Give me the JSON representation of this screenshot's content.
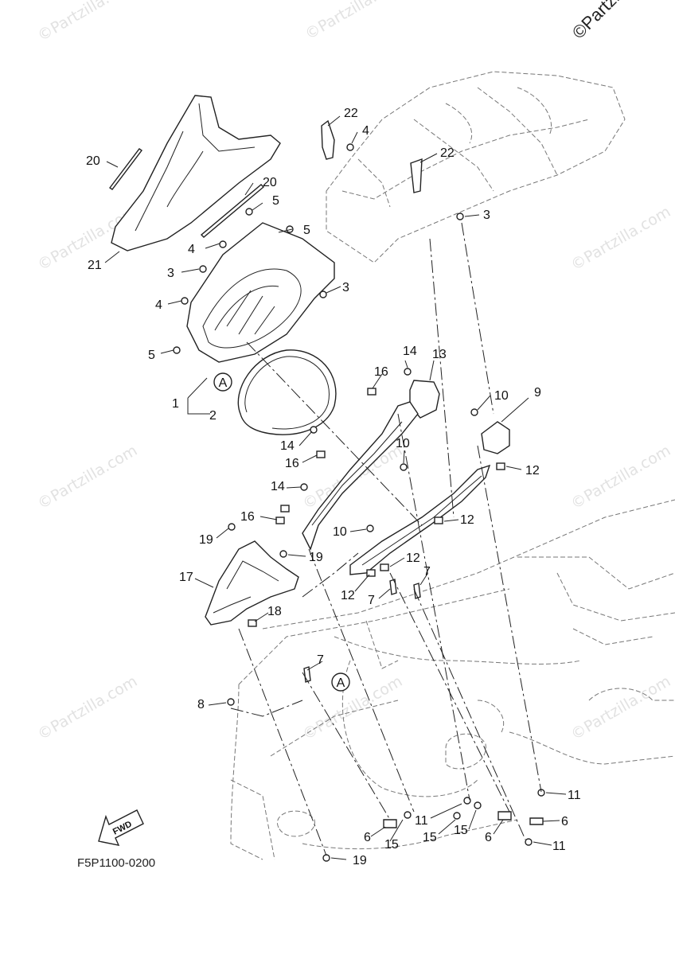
{
  "copyright": "©Partzilla",
  "watermark_text": "©Partzilla.com",
  "diagram_code": "F5P1100-0200",
  "fwd_label": "FWD",
  "ref_marker": "A",
  "callouts": {
    "c1": "1",
    "c2": "2",
    "c3a": "3",
    "c3b": "3",
    "c3c": "3",
    "c4a": "4",
    "c4b": "4",
    "c4c": "4",
    "c5a": "5",
    "c5b": "5",
    "c5c": "5",
    "c6a": "6",
    "c6b": "6",
    "c6c": "6",
    "c7a": "7",
    "c7b": "7",
    "c7c": "7",
    "c8": "8",
    "c9": "9",
    "c10a": "10",
    "c10b": "10",
    "c10c": "10",
    "c11a": "11",
    "c11b": "11",
    "c11c": "11",
    "c12a": "12",
    "c12b": "12",
    "c12c": "12",
    "c12d": "12",
    "c13": "13",
    "c14a": "14",
    "c14b": "14",
    "c14c": "14",
    "c15a": "15",
    "c15b": "15",
    "c15c": "15",
    "c16a": "16",
    "c16b": "16",
    "c16c": "16",
    "c17": "17",
    "c18": "18",
    "c19a": "19",
    "c19b": "19",
    "c19c": "19",
    "c20a": "20",
    "c20b": "20",
    "c21": "21",
    "c22a": "22",
    "c22b": "22"
  }
}
